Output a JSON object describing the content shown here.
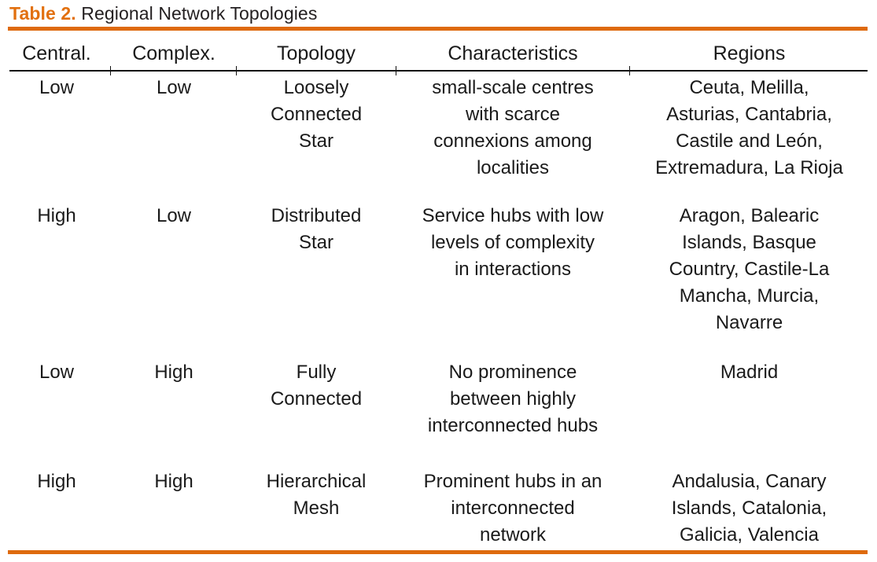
{
  "figure": {
    "caption_label": "Table 2.",
    "caption_text": " Regional Network Topologies",
    "accent_color": "#DE6A0E",
    "rule_color": "#111111",
    "text_color": "#1a1a1a"
  },
  "table": {
    "columns": [
      "Central.",
      "Complex.",
      "Topology",
      "Characteristics",
      "Regions"
    ],
    "rows": [
      {
        "centrality": "Low",
        "complexity": "Low",
        "topology": [
          "Loosely",
          "Connected",
          "Star"
        ],
        "characteristics": [
          "small-scale centres",
          "with scarce",
          "connexions among",
          "localities"
        ],
        "regions": [
          "Ceuta, Melilla,",
          "Asturias, Cantabria,",
          "Castile and León,",
          "Extremadura, La Rioja"
        ]
      },
      {
        "centrality": "High",
        "complexity": "Low",
        "topology": [
          "Distributed",
          "Star"
        ],
        "characteristics": [
          "Service hubs with low",
          "levels of complexity",
          "in interactions"
        ],
        "regions": [
          "Aragon, Balearic",
          "Islands, Basque",
          "Country, Castile-La",
          "Mancha, Murcia,",
          "Navarre"
        ]
      },
      {
        "centrality": "Low",
        "complexity": "High",
        "topology": [
          "Fully",
          "Connected"
        ],
        "characteristics": [
          "No prominence",
          "between highly",
          "interconnected hubs"
        ],
        "regions": [
          "Madrid"
        ]
      },
      {
        "centrality": "High",
        "complexity": "High",
        "topology": [
          "Hierarchical",
          "Mesh"
        ],
        "characteristics": [
          "Prominent hubs in an",
          "interconnected",
          "network"
        ],
        "regions": [
          "Andalusia, Canary",
          "Islands, Catalonia,",
          "Galicia, Valencia"
        ]
      }
    ]
  }
}
